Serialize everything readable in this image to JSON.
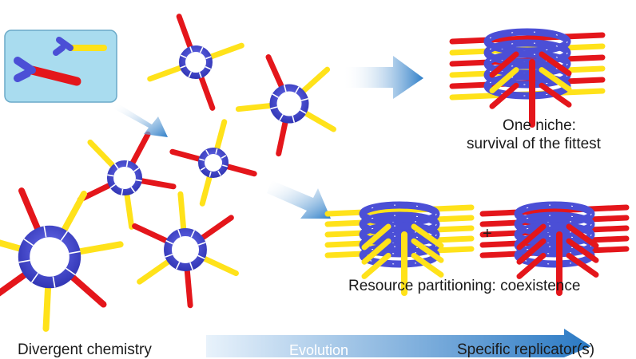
{
  "labels": {
    "one_niche_title": "One niche:",
    "one_niche_sub": "survival of the fittest",
    "resource_partitioning": "Resource partitioning: coexistence",
    "divergent_chemistry": "Divergent chemistry",
    "evolution": "Evolution",
    "specific_replicators": "Specific replicator(s)",
    "plus": "+"
  },
  "colors": {
    "ring_blue": "#4b4fd6",
    "ring_dark": "#2d2f9a",
    "arm_red": "#e4161b",
    "arm_yellow": "#ffe21a",
    "inset_bg": "#a9dcef",
    "inset_border": "#6aa9c8",
    "arrow_blue": "#2f7fc8",
    "arrow_light": "#ffffff"
  },
  "icons": {
    "building_block_inset": "building-block-icon",
    "macrocycle": "macrocycle-icon",
    "stack": "fibre-stack-icon",
    "arrow": "gradient-arrow-icon"
  }
}
